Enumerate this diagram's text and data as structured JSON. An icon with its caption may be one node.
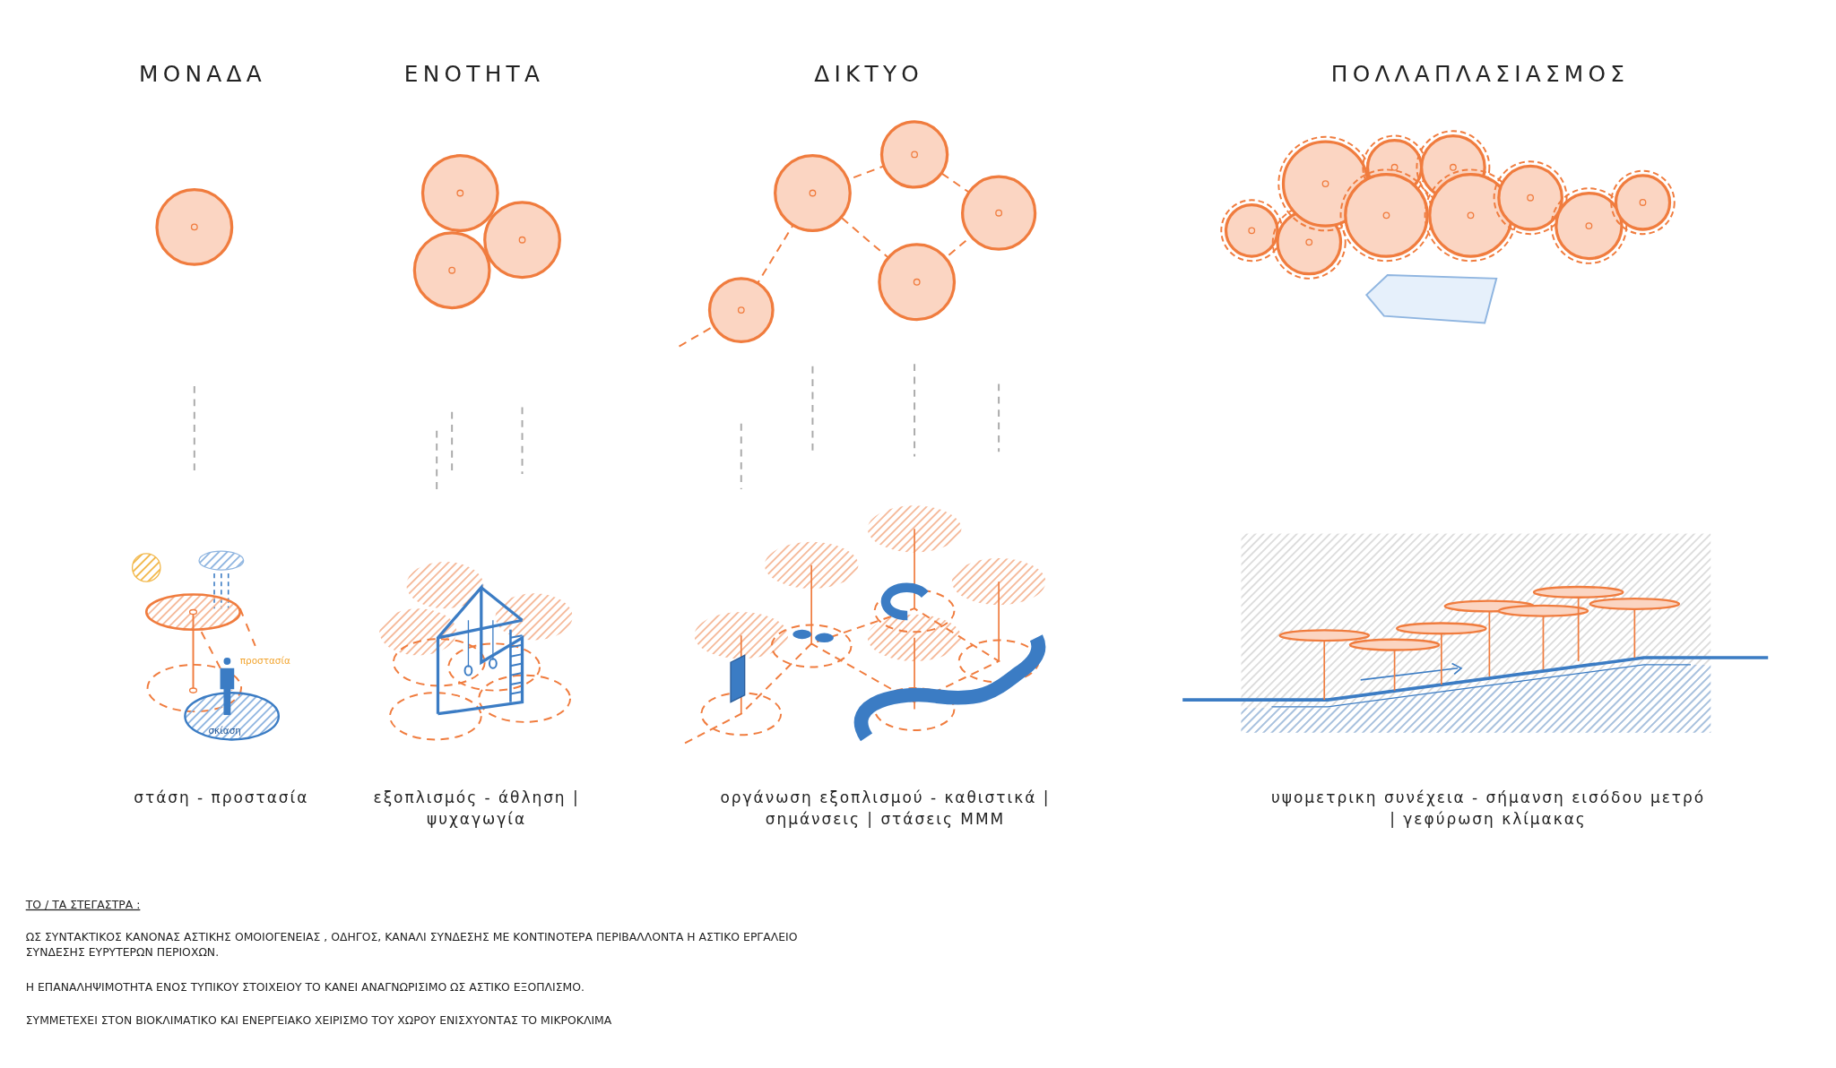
{
  "diagram": {
    "labels": [
      "ΜΟΝΑΔΑ",
      "ΕΝΟΤΗΤΑ",
      "ΔΙΚΤΥΟ",
      "ΠΟΛΛΑΠΛΑΣΙΑΣΜΟΣ",
      "προστασία",
      "σκίαση",
      "στάση - προστασία",
      "εξοπλισμός - άθληση | ψυχαγωγία",
      "οργάνωση εξοπλισμού - καθιστικά | σημάνσεις | στάσεις ΜΜΜ",
      "υψομετρικη συνέχεια - σήμανση εισόδου μετρό | γεφύρωση κλίμακας",
      "ΤΟ / ΤΑ ΣΤΕΓΑΣΤΡΑ :",
      "ΩΣ ΣΥΝΤΑΚΤΙΚΟΣ ΚΑΝΟΝΑΣ ΑΣΤΙΚΗΣ ΟΜΟΙΟΓΕΝΕΙΑΣ , ΟΔΗΓΟΣ, ΚΑΝΑΛΙ ΣΥΝΔΕΣΗΣ ΜΕ ΚΟΝΤΙΝΟΤΕΡΑ ΠΕΡΙΒΑΛΛΟΝΤΑ Η ΑΣΤΙΚΟ ΕΡΓΑΛΕΙΟ ΣΥΝΔΕΣΗΣ ΕΥΡΥΤΕΡΩΝ ΠΕΡΙΟΧΩΝ.",
      "Η ΕΠΑΝΑΛΗΨΙΜΟΤΗΤΑ ΕΝΟΣ ΤΥΠΙΚΟΥ ΣΤΟΙΧΕΙΟΥ ΤΟ ΚΑΝΕΙ ΑΝΑΓΝΩΡΙΣΙΜΟ ΩΣ ΑΣΤΙΚΟ ΕΞΟΠΛΙΣΜΟ.",
      "ΣΥΜΜΕΤΕΧΕΙ ΣΤΟΝ ΒΙΟΚΛΙΜΑΤΙΚΟ ΚΑΙ ΕΝΕΡΓΕΙΑΚΟ ΧΕΙΡΙΣΜΟ ΤΟΥ ΧΩΡΟΥ ΕΝΙΣΧΥΟΝΤΑΣ ΤΟ ΜΙΚΡΟΚΛΙΜΑ"
    ]
  }
}
